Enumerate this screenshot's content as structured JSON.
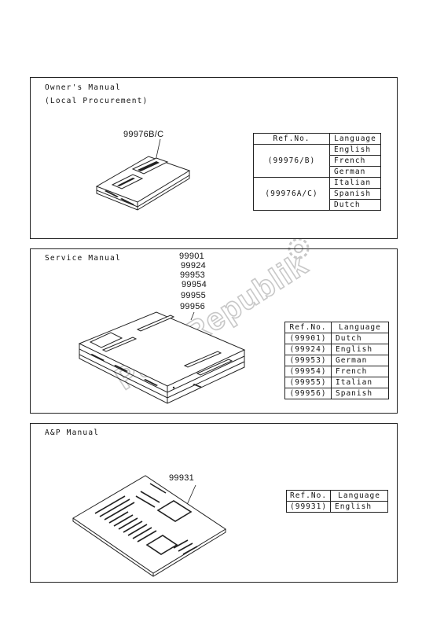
{
  "panels": {
    "owners": {
      "title_line1": "Owner's Manual",
      "title_line2": "(Local Procurement)",
      "part_no": "99976B/C",
      "table": {
        "headers": [
          "Ref.No.",
          "Language"
        ],
        "groups": [
          {
            "ref": "(99976/B)",
            "languages": [
              "English",
              "French",
              "German"
            ]
          },
          {
            "ref": "(99976A/C)",
            "languages": [
              "Italian",
              "Spanish",
              "Dutch"
            ]
          }
        ]
      }
    },
    "service": {
      "title": "Service Manual",
      "part_nos": [
        "99901",
        "99924",
        "99953",
        "99954",
        "99955",
        "99956"
      ],
      "table": {
        "headers": [
          "Ref.No.",
          "Language"
        ],
        "rows": [
          {
            "ref": "(99901)",
            "language": "Dutch"
          },
          {
            "ref": "(99924)",
            "language": "English"
          },
          {
            "ref": "(99953)",
            "language": "German"
          },
          {
            "ref": "(99954)",
            "language": "French"
          },
          {
            "ref": "(99955)",
            "language": "Italian"
          },
          {
            "ref": "(99956)",
            "language": "Spanish"
          }
        ]
      }
    },
    "ap": {
      "title": "A&P Manual",
      "part_no": "99931",
      "table": {
        "headers": [
          "Ref.No.",
          "Language"
        ],
        "rows": [
          {
            "ref": "(99931)",
            "language": "English"
          }
        ]
      }
    }
  },
  "watermark": {
    "text": "PartsRepublik",
    "icon": "gear-icon"
  },
  "colors": {
    "line": "#222222",
    "watermark": "#cccccc"
  }
}
